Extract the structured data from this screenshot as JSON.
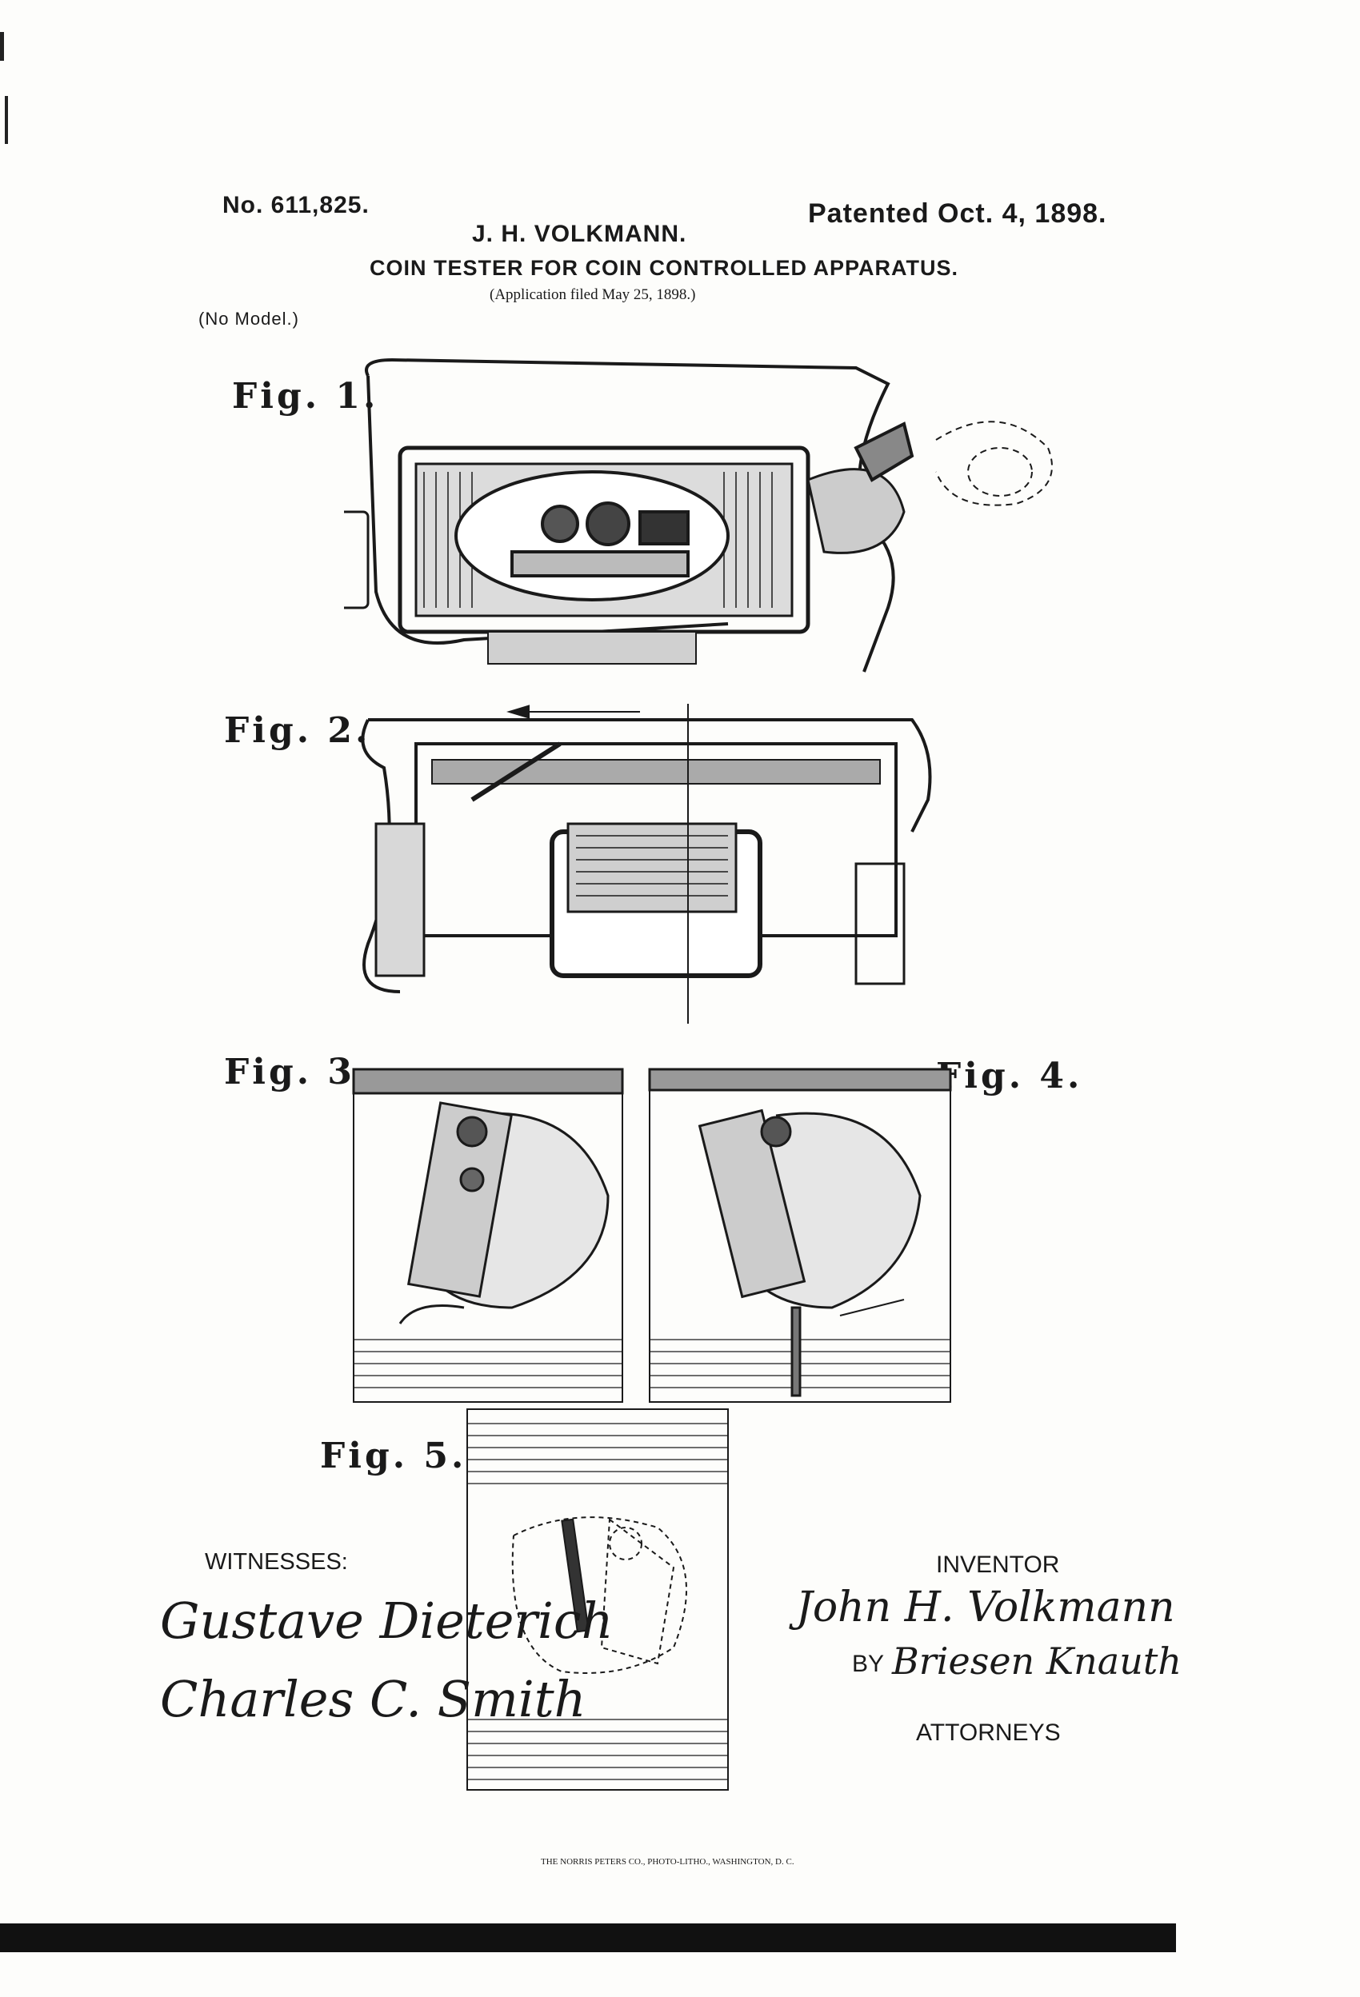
{
  "patent": {
    "number": "No. 611,825.",
    "date": "Patented Oct. 4, 1898.",
    "inventor_name": "J. H. VOLKMANN.",
    "title": "COIN TESTER FOR COIN CONTROLLED APPARATUS.",
    "application": "(Application filed May 25, 1898.)",
    "model": "(No Model.)"
  },
  "figures": {
    "fig1": "Fig. 1.",
    "fig2": "Fig. 2.",
    "fig3": "Fig. 3.",
    "fig4": "Fig. 4.",
    "fig5": "Fig. 5."
  },
  "signatures": {
    "witnesses_label": "WITNESSES:",
    "witness1": "Gustave Dieterich",
    "witness2": "Charles C. Smith",
    "inventor_label": "INVENTOR",
    "inventor_sig": "John H. Volkmann",
    "by_label": "BY",
    "attorney_sig": "Briesen Knauth",
    "attorneys_label": "ATTORNEYS"
  },
  "footer": {
    "printer": "THE NORRIS PETERS CO., PHOTO-LITHO., WASHINGTON, D. C."
  },
  "colors": {
    "ink": "#1a1a1a",
    "paper": "#fdfdfb"
  }
}
